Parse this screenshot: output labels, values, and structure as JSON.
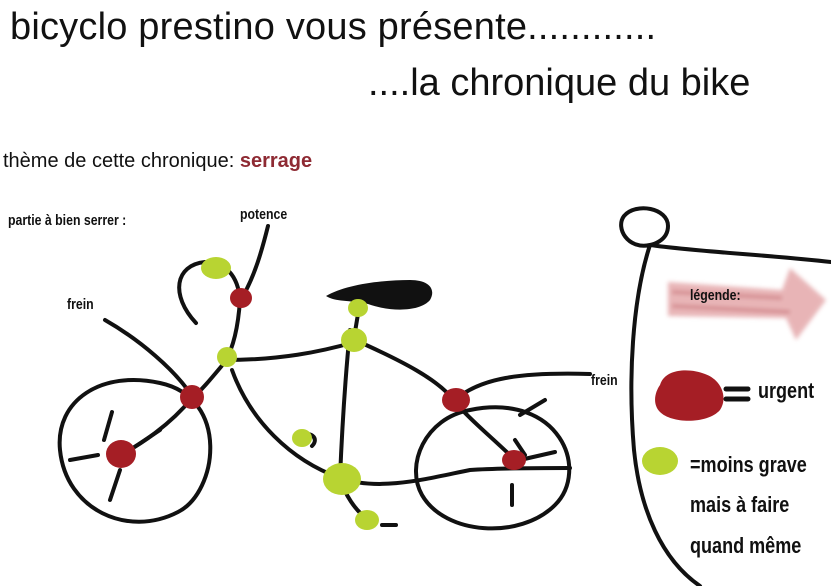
{
  "header": {
    "title_line1": "bicyclo prestino vous présente............",
    "title_line2": "....la chronique du bike"
  },
  "theme": {
    "label": "thème de cette chronique:",
    "value": "serrage"
  },
  "drawing": {
    "parts_heading": "partie à bien serrer :",
    "labels": {
      "potence": "potence",
      "frein_front": "frein",
      "frein_rear": "frein"
    }
  },
  "legend": {
    "title": "légende:",
    "urgent_label": "urgent",
    "less_grave_line1": "=moins grave",
    "less_grave_line2": "mais à faire",
    "less_grave_line3": "quand même"
  },
  "colors": {
    "urgent": "#a51e25",
    "less_grave": "#b8d432",
    "theme_accent": "#8e2a33",
    "arrow": "#e3a7a9"
  }
}
